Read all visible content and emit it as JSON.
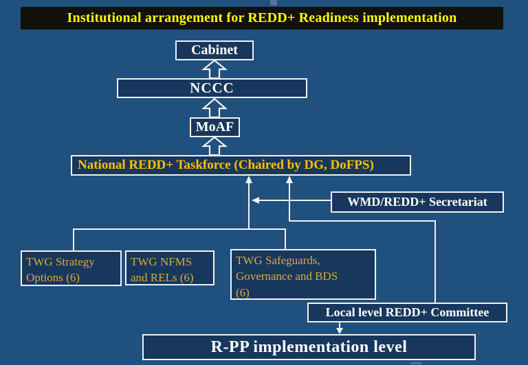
{
  "slide": {
    "title": "Institutional arrangement for REDD+ Readiness implementation",
    "colors": {
      "background": "#20507E",
      "box_fill": "#17375D",
      "title_bar": "#13110C",
      "title_text": "#FFFF00",
      "taskforce_text": "#FFC000",
      "twg_text": "#DEA93E",
      "border_and_lines": "#FFFFFF",
      "body_text": "#FFFFFF"
    }
  },
  "nodes": {
    "cabinet": {
      "label": "Cabinet"
    },
    "nccc": {
      "label": "NCCC"
    },
    "moaf": {
      "label": "MoAF"
    },
    "taskforce": {
      "label": "National REDD+ Taskforce (Chaired by DG, DoFPS)"
    },
    "secretariat": {
      "label": "WMD/REDD+ Secretariat"
    },
    "twg_strategy": {
      "label": "TWG Strategy\nOptions  (6)"
    },
    "twg_nfms": {
      "label": "TWG NFMS\nand RELs (6)"
    },
    "twg_safeguards": {
      "label": "TWG Safeguards,\nGovernance and BDS\n(6)"
    },
    "local_committee": {
      "label": "Local level REDD+ Committee"
    },
    "rpp": {
      "label": "R-PP implementation level"
    }
  },
  "edges": [
    {
      "from": "nccc",
      "to": "cabinet",
      "style": "block-arrow-up"
    },
    {
      "from": "moaf",
      "to": "nccc",
      "style": "block-arrow-up"
    },
    {
      "from": "taskforce",
      "to": "moaf",
      "style": "block-arrow-up"
    },
    {
      "from": "twg-group-connector",
      "to": "taskforce",
      "style": "thin-arrow-up"
    },
    {
      "from": "local-committee-connector",
      "to": "taskforce",
      "style": "thin-arrow-up"
    },
    {
      "from": "secretariat",
      "to": "taskforce-riser",
      "style": "thin-arrow-left"
    },
    {
      "from": "local_committee",
      "to": "rpp",
      "style": "thin-arrow-down"
    },
    {
      "from": "twg-group-connector",
      "to": "twg_strategy",
      "style": "line"
    },
    {
      "from": "twg-group-connector",
      "to": "twg_safeguards",
      "style": "line"
    },
    {
      "from": "local-committee-connector",
      "to": "local_committee",
      "style": "line"
    }
  ]
}
